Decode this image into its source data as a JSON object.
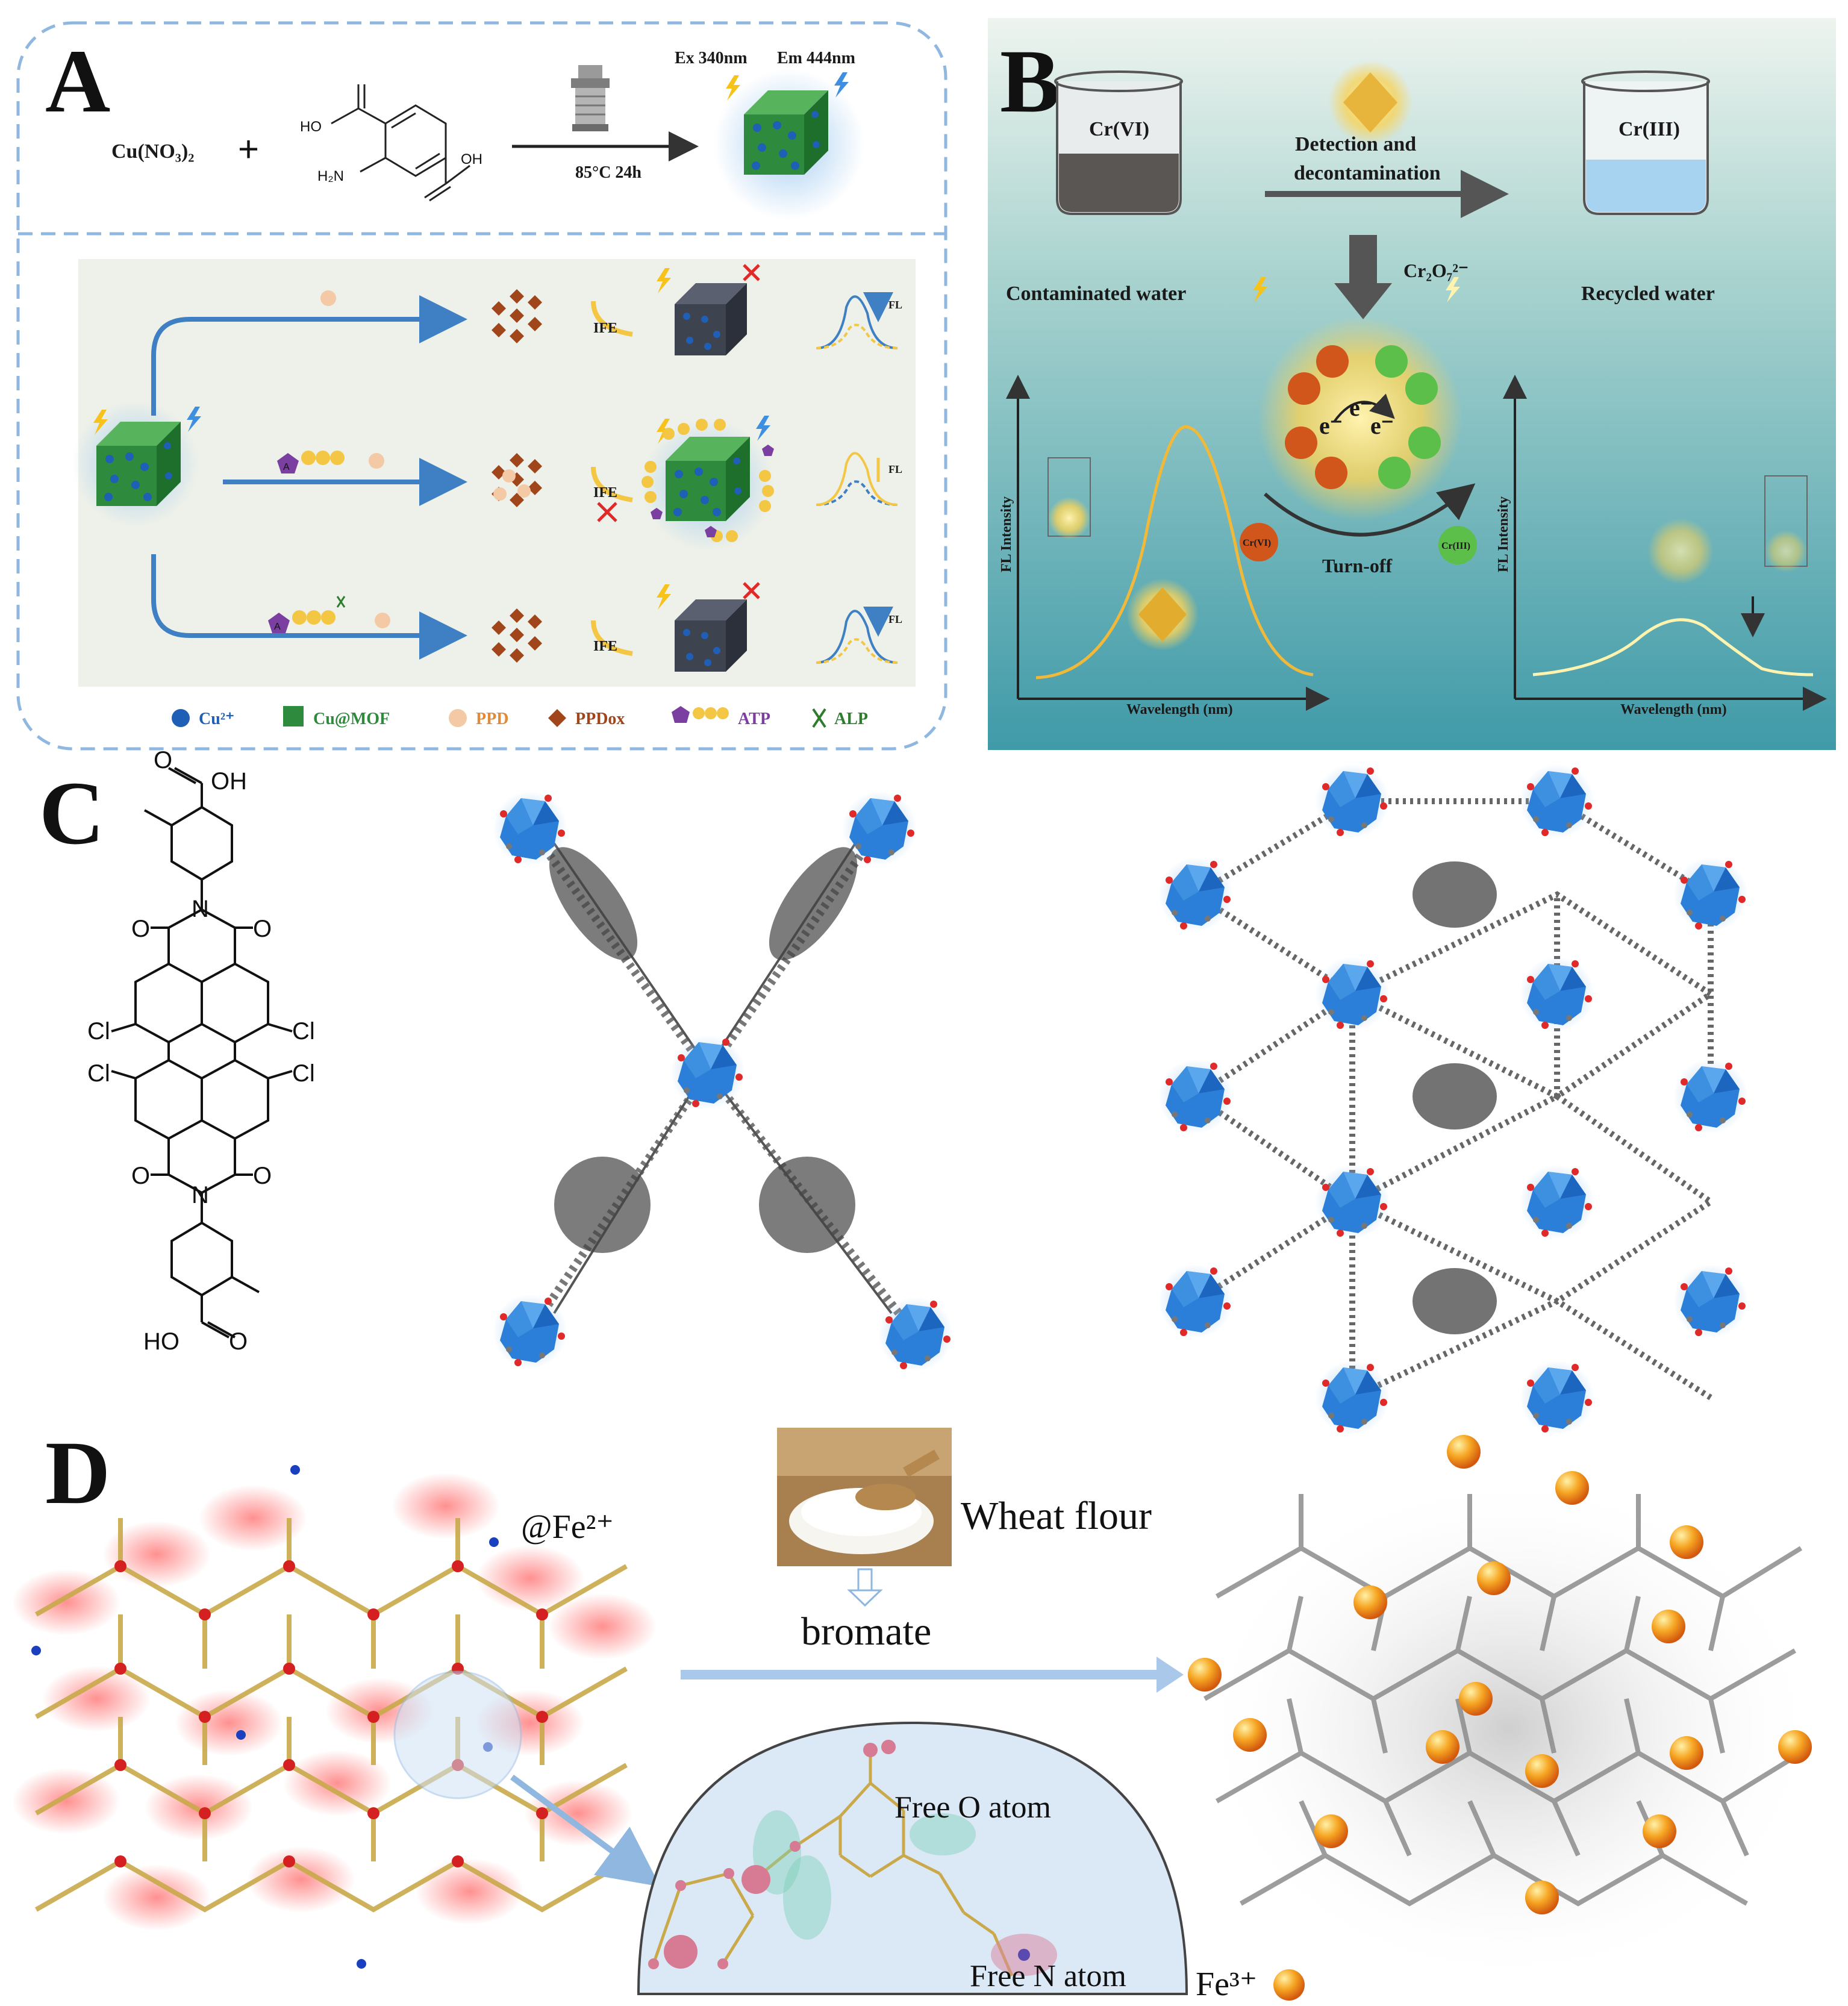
{
  "panels": {
    "A": {
      "letter": "A",
      "reagent": "Cu(NO₃)₂",
      "plus": "+",
      "linker_labels": {
        "ho": "HO",
        "h2n": "H₂N",
        "oh": "OH"
      },
      "condition": "85°C 24h",
      "excitation": "Ex 340nm",
      "emission": "Em 444nm",
      "ife_labels": [
        "IFE",
        "IFE",
        "IFE"
      ],
      "fl_labels": [
        "FL",
        "FL",
        "FL"
      ],
      "pentagon_label": "A",
      "legend": [
        {
          "label": "Cu²⁺",
          "color": "#1f5fb5"
        },
        {
          "label": "Cu@MOF",
          "color": "#2e8b3e"
        },
        {
          "label": "PPD",
          "color": "#e08a3c"
        },
        {
          "label": "PPDox",
          "color": "#a0461a"
        },
        {
          "label": "ATP",
          "color": "#7a3fa0"
        },
        {
          "label": "ALP",
          "color": "#2e7d2e"
        }
      ]
    },
    "B": {
      "letter": "B",
      "beaker_left": "Cr(VI)",
      "beaker_right": "Cr(III)",
      "process": "Detection and decontamination",
      "left_caption": "Contaminated water",
      "right_caption": "Recycled water",
      "dichromate": "Cr₂O₇²⁻",
      "turn_off": "Turn-off",
      "y_axis": "FL Intensity",
      "x_axis": "Wavelength (nm)",
      "cr6": "Cr(VI)",
      "cr3": "Cr(III)",
      "electron": "e⁻"
    },
    "C": {
      "letter": "C",
      "atoms": {
        "oh_top": "OH",
        "o": "O",
        "n": "N",
        "cl": "Cl",
        "ho_bottom": "HO"
      }
    },
    "D": {
      "letter": "D",
      "fe2": "@Fe²⁺",
      "flour": "Wheat flour",
      "bromate": "bromate",
      "free_o": "Free O atom",
      "free_n": "Free N atom",
      "fe3": "Fe³⁺"
    }
  },
  "colors": {
    "mof_green": "#2e8b3e",
    "cu_blue": "#1f5fb5",
    "arrow_blue": "#3f7fc4",
    "teal_bg": "#5aa9b4",
    "polyhedron_blue": "#2b7fd8",
    "fe3_orange": "#f28a1a",
    "fe2_glow": "#f06060"
  }
}
